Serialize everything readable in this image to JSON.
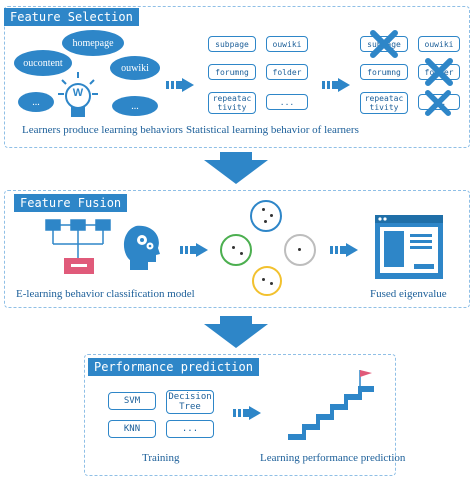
{
  "panels": {
    "feature_selection": {
      "title": "Feature Selection",
      "bubbles": [
        "homepage",
        "oucontent",
        "ouwiki",
        "...",
        "..."
      ],
      "bulb_letter": "W",
      "caption_left": "Learners produce learning behaviors",
      "caption_right": "Statistical learning behavior of learners",
      "tags_a": [
        "subpage",
        "ouwiki",
        "forumng",
        "folder",
        "repeatac\ntivity",
        "..."
      ],
      "tags_b": [
        "subpage",
        "ouwiki",
        "forumng",
        "folder",
        "repeatac\ntivity",
        "..."
      ],
      "crossed": [
        "subpage",
        "folder",
        "..."
      ]
    },
    "feature_fusion": {
      "title": "Feature Fusion",
      "caption_left": "E-learning behavior classification model",
      "caption_right": "Fused eigenvalue"
    },
    "performance_prediction": {
      "title": "Performance prediction",
      "models": [
        "SVM",
        "Decision\nTree",
        "KNN",
        "..."
      ],
      "caption_left": "Training",
      "caption_right": "Learning performance prediction"
    }
  },
  "colors": {
    "accent": "#2e86c8",
    "pink": "#e05a7a",
    "yellow": "#f2c12e",
    "gray": "#bdbdbd",
    "green": "#4caf50"
  }
}
